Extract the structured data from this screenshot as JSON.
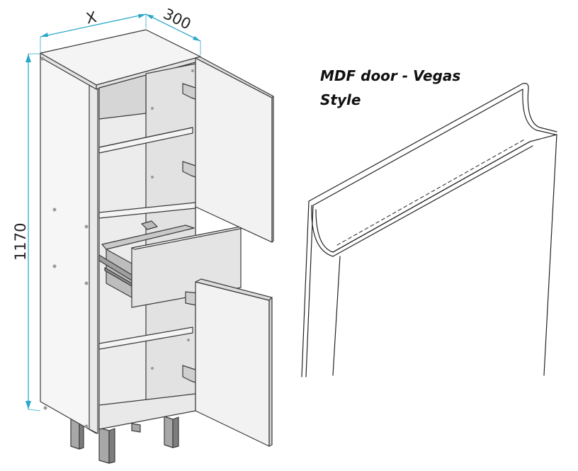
{
  "dimensions": {
    "width_label": "X",
    "depth_label": "300",
    "height_label": "1170"
  },
  "caption": {
    "line1": "MDF door - Vegas",
    "line2": "Style"
  },
  "colors": {
    "dimension_line": "#2aa7c9",
    "outline": "#3a3a3a",
    "panel_face": "#f4f4f4",
    "panel_shade": "#dcdcdc",
    "interior": "#e8e8e8",
    "leg": "#9a9a9a"
  }
}
